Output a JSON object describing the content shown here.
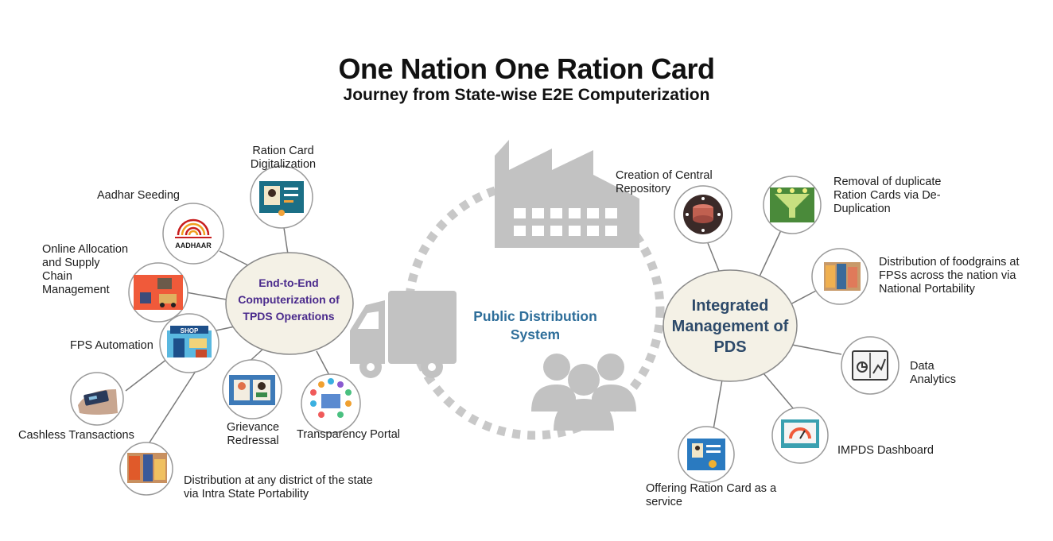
{
  "title": "One Nation One Ration Card",
  "subtitle": "Journey from State-wise E2E Computerization",
  "center": {
    "label": "Public Distribution System"
  },
  "left_hub": {
    "label": "End-to-End Computerization of TPDS Operations"
  },
  "right_hub": {
    "label": "Integrated Management of PDS"
  },
  "left_nodes": {
    "ration_card": "Ration Card Digitalization",
    "aadhar": "Aadhar Seeding",
    "aadhaar_logo_text": "AADHAAR",
    "online_allocation": "Online Allocation and Supply Chain Management",
    "fps_automation": "FPS Automation",
    "shop_sign": "SHOP",
    "cashless": "Cashless Transactions",
    "grievance": "Grievance Redressal",
    "transparency": "Transparency Portal",
    "intra_state": "Distribution at any district of the state via Intra State Portability"
  },
  "right_nodes": {
    "central_repo": "Creation of Central Repository",
    "dedup": "Removal of duplicate Ration Cards via De-Duplication",
    "national_portability": "Distribution of foodgrains at FPSs across the nation via National Portability",
    "analytics": "Data Analytics",
    "impds": "IMPDS Dashboard",
    "offering": "Offering Ration Card as a service"
  },
  "colors": {
    "icon_gray": "#c2c2c2",
    "left_hub_text": "#4a2a8c",
    "right_hub_text": "#2d4a6a",
    "center_text": "#2e6e9a",
    "hub_fill": "#f4f1e6"
  }
}
